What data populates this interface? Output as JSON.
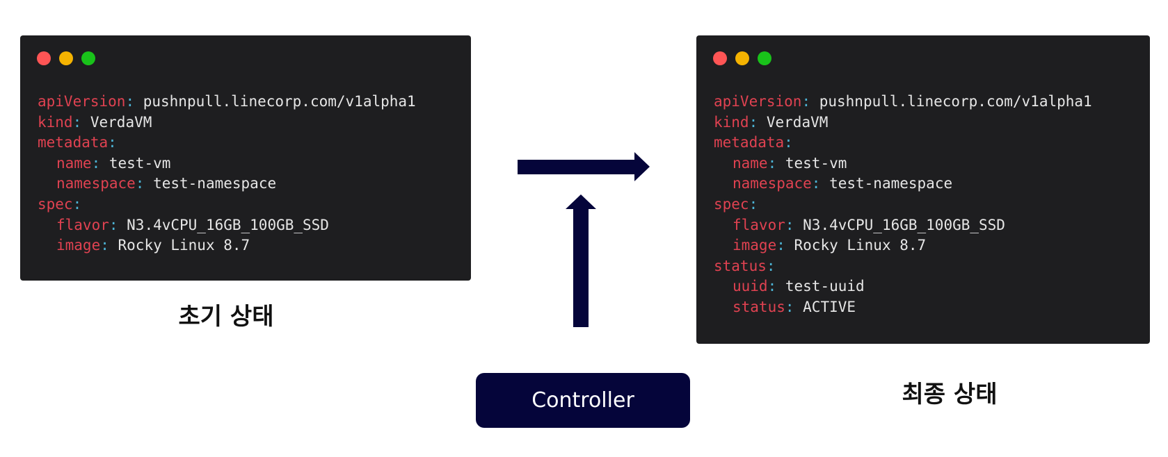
{
  "colors": {
    "terminal_bg": "#1e1e20",
    "dot_red": "#ff5555",
    "dot_yellow": "#f5b301",
    "dot_green": "#19c21a",
    "yaml_key": "#e04251",
    "yaml_colon": "#4cb3d4",
    "yaml_value": "#e6e6e6",
    "arrow": "#05053a",
    "controller_bg": "#05053a"
  },
  "initial": {
    "caption": "초기 상태",
    "lines": [
      {
        "indent": 0,
        "key": "apiVersion",
        "value": "pushnpull.linecorp.com/v1alpha1"
      },
      {
        "indent": 0,
        "key": "kind",
        "value": "VerdaVM"
      },
      {
        "indent": 0,
        "key": "metadata",
        "value": ""
      },
      {
        "indent": 1,
        "key": "name",
        "value": "test-vm"
      },
      {
        "indent": 1,
        "key": "namespace",
        "value": "test-namespace"
      },
      {
        "indent": 0,
        "key": "spec",
        "value": ""
      },
      {
        "indent": 1,
        "key": "flavor",
        "value": "N3.4vCPU_16GB_100GB_SSD"
      },
      {
        "indent": 1,
        "key": "image",
        "value": "Rocky Linux 8.7"
      }
    ]
  },
  "final": {
    "caption": "최종 상태",
    "lines": [
      {
        "indent": 0,
        "key": "apiVersion",
        "value": "pushnpull.linecorp.com/v1alpha1"
      },
      {
        "indent": 0,
        "key": "kind",
        "value": "VerdaVM"
      },
      {
        "indent": 0,
        "key": "metadata",
        "value": ""
      },
      {
        "indent": 1,
        "key": "name",
        "value": "test-vm"
      },
      {
        "indent": 1,
        "key": "namespace",
        "value": "test-namespace"
      },
      {
        "indent": 0,
        "key": "spec",
        "value": ""
      },
      {
        "indent": 1,
        "key": "flavor",
        "value": "N3.4vCPU_16GB_100GB_SSD"
      },
      {
        "indent": 1,
        "key": "image",
        "value": "Rocky Linux 8.7"
      },
      {
        "indent": 0,
        "key": "status",
        "value": ""
      },
      {
        "indent": 1,
        "key": "uuid",
        "value": "test-uuid"
      },
      {
        "indent": 1,
        "key": "status",
        "value": "ACTIVE"
      }
    ]
  },
  "controller": {
    "label": "Controller"
  }
}
